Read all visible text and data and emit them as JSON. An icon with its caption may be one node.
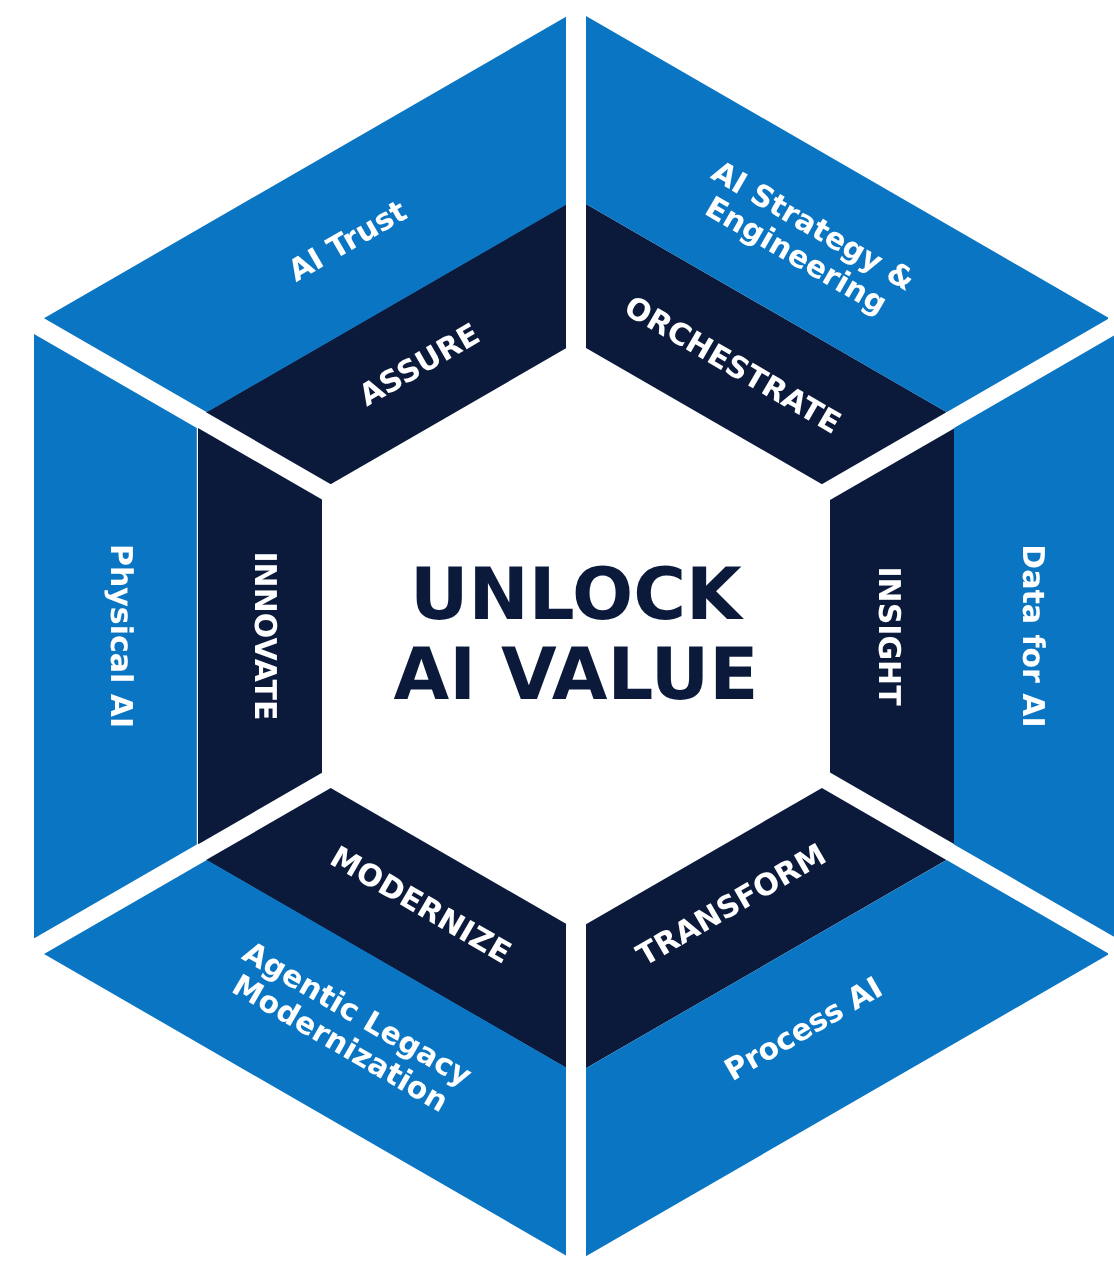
{
  "diagram": {
    "nodes": [
      {
        "text": [
          "UNLOCK AI VALUE"
        ]
      },
      {
        "text": [
          "ASSURE"
        ]
      },
      {
        "text": [
          "AI Trust"
        ]
      },
      {
        "text": [
          "ORCHESTRATE"
        ]
      },
      {
        "text": [
          "AI Strategy & Engineering"
        ]
      },
      {
        "text": [
          "INSIGHT"
        ]
      },
      {
        "text": [
          "Data for AI"
        ]
      },
      {
        "text": [
          "TRANSFORM"
        ]
      },
      {
        "text": [
          "Process AI"
        ]
      },
      {
        "text": [
          "MODERNIZE"
        ]
      },
      {
        "text": [
          "Agentic Legacy Modernization"
        ]
      },
      {
        "text": [
          "INNOVATE"
        ]
      },
      {
        "text": [
          "Physical AI"
        ]
      }
    ]
  }
}
